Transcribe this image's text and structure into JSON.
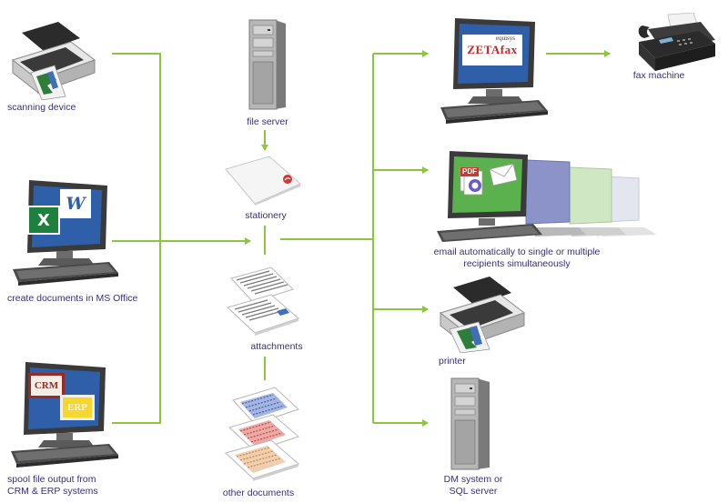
{
  "colors": {
    "connector": "#8cc63f",
    "label": "#3b2d7a",
    "screen_blue": "#2f5fa8",
    "email_screen": "#5ab14d"
  },
  "nodes": {
    "scanning_device": {
      "label": "scanning device",
      "icon": "scanner-icon"
    },
    "ms_office": {
      "label": "create documents in MS Office",
      "icon": "desktop-computer-icon",
      "screen_icons": {
        "excel": "X",
        "word": "W"
      }
    },
    "crm_erp": {
      "label_line1": "spool file output from",
      "label_line2": "CRM & ERP systems",
      "icon": "desktop-computer-icon",
      "screen_icons": {
        "crm": "CRM",
        "erp": "ERP"
      }
    },
    "file_server": {
      "label": "file server",
      "icon": "server-tower-icon"
    },
    "stationery": {
      "label": "stationery",
      "icon": "stationery-icon"
    },
    "attachments": {
      "label": "attachments",
      "icon": "attachments-icon"
    },
    "other_documents": {
      "label": "other documents",
      "icon": "documents-stack-icon"
    },
    "zetafax": {
      "icon": "desktop-computer-icon",
      "screen_logo_small": "equisys",
      "screen_logo": "ZETAfax"
    },
    "fax_machine": {
      "label": "fax machine",
      "icon": "fax-machine-icon"
    },
    "email": {
      "label_line1": "email automatically to single or multiple",
      "label_line2": "recipients simultaneously",
      "icon": "multiple-monitors-icon",
      "pdf_badge": "PDF"
    },
    "printer": {
      "label": "printer",
      "icon": "printer-icon"
    },
    "dm_system": {
      "label_line1": "DM system or",
      "label_line2": "SQL server",
      "icon": "server-tower-icon"
    }
  }
}
